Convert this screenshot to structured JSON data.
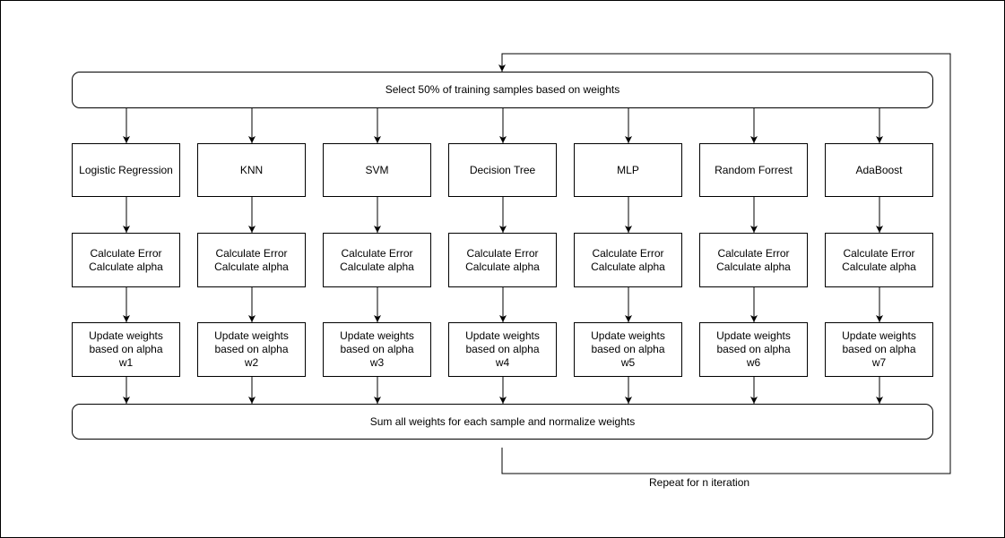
{
  "top_box": {
    "label": "Select 50% of training samples based on weights"
  },
  "models": [
    {
      "name": "Logistic Regression",
      "error_label": "Calculate Error\nCalculate alpha",
      "update_label": "Update weights\nbased on alpha\nw1"
    },
    {
      "name": "KNN",
      "error_label": "Calculate Error\nCalculate alpha",
      "update_label": "Update weights\nbased on alpha\nw2"
    },
    {
      "name": "SVM",
      "error_label": "Calculate Error\nCalculate alpha",
      "update_label": "Update weights\nbased on alpha\nw3"
    },
    {
      "name": "Decision Tree",
      "error_label": "Calculate Error\nCalculate alpha",
      "update_label": "Update weights\nbased on alpha\nw4"
    },
    {
      "name": "MLP",
      "error_label": "Calculate Error\nCalculate alpha",
      "update_label": "Update weights\nbased on alpha\nw5"
    },
    {
      "name": "Random Forrest",
      "error_label": "Calculate Error\nCalculate alpha",
      "update_label": "Update weights\nbased on alpha\nw6"
    },
    {
      "name": "AdaBoost",
      "error_label": "Calculate Error\nCalculate alpha",
      "update_label": "Update weights\nbased on alpha\nw7"
    }
  ],
  "bottom_box": {
    "label": "Sum all weights for each sample and normalize weights"
  },
  "loop": {
    "label": "Repeat for n iteration"
  }
}
